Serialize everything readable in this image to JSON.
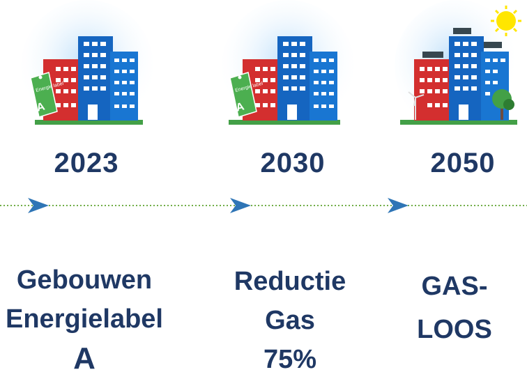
{
  "stages": [
    {
      "year": "2023",
      "tag_text": "Energie label",
      "tag_letter": "A",
      "lines": [
        "Gebouwen",
        "Energielabel"
      ],
      "big_line": "A"
    },
    {
      "year": "2030",
      "tag_text": "Energie label",
      "tag_letter": "A",
      "lines": [
        "Reductie",
        "Gas",
        "75%"
      ]
    },
    {
      "year": "2050",
      "lines": [
        "GAS-",
        "LOOS"
      ]
    }
  ],
  "colors": {
    "text": "#1f3864",
    "arrow": "#2e75b6",
    "dotted_line": "#70ad47",
    "tag": "#4caf50",
    "red_building": "#d32f2f",
    "blue_building": "#1565c0",
    "sky": "#cfe8fb",
    "sun": "#ffe600"
  }
}
